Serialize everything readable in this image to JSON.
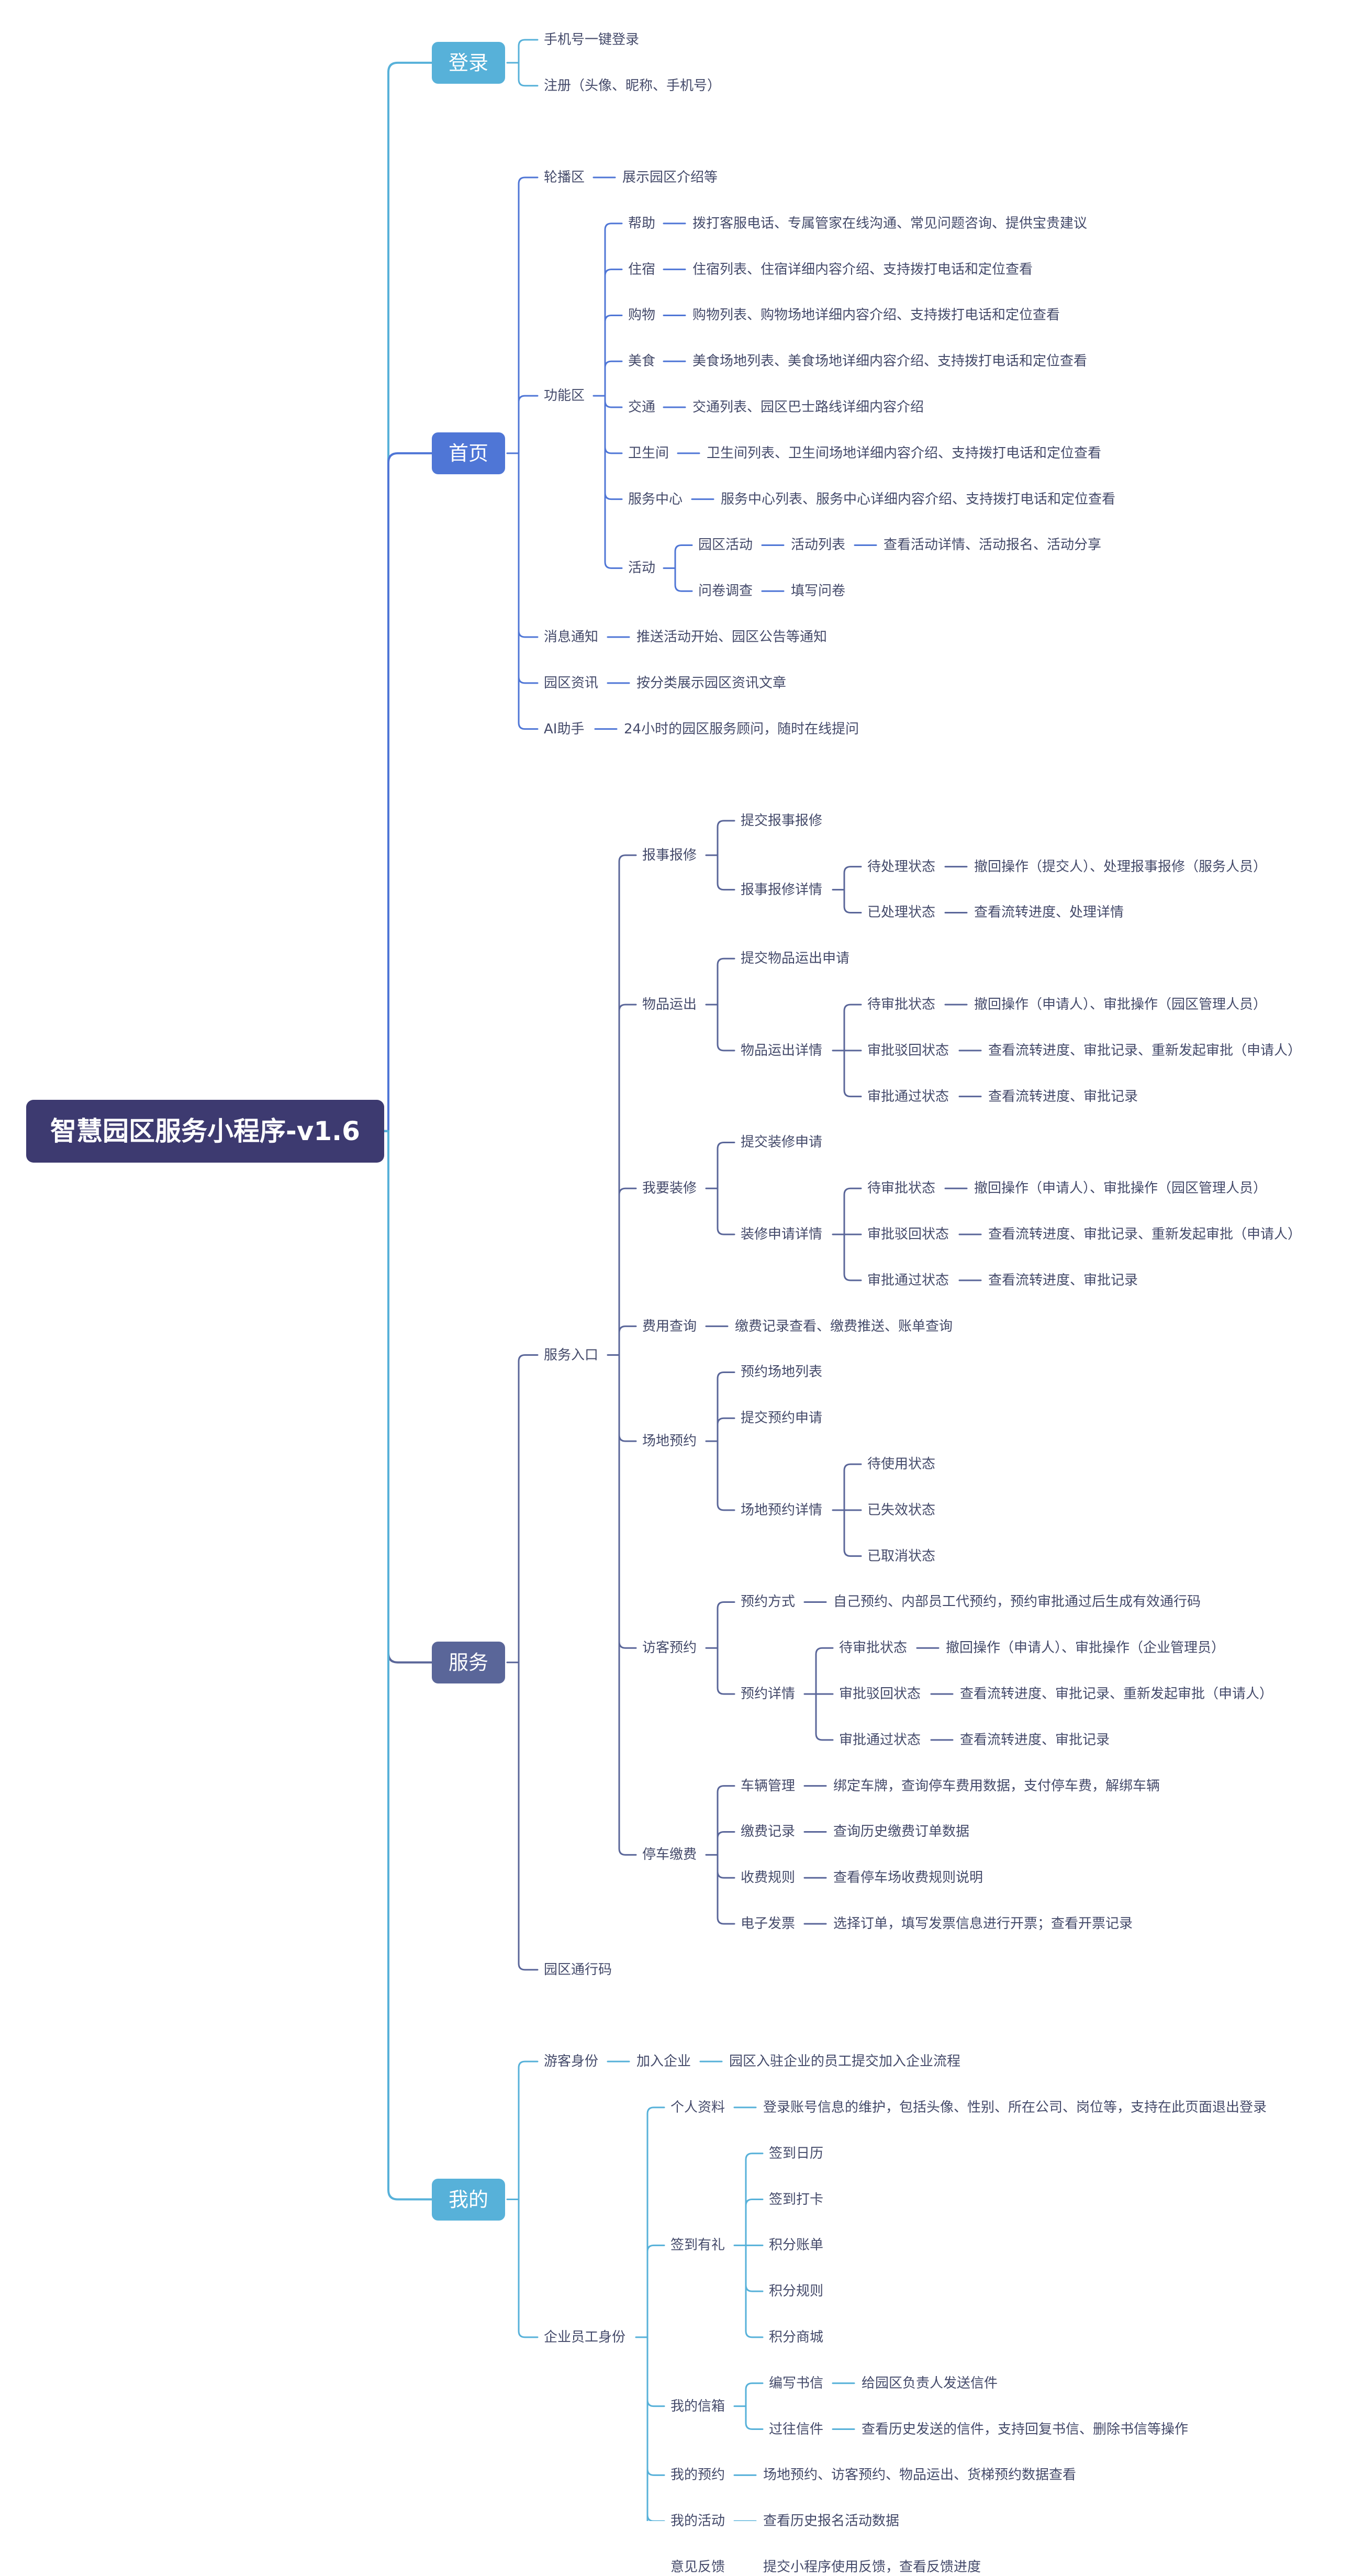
{
  "colors": {
    "root_bg": "#3d3a70",
    "branch_login": "#57b1d9",
    "branch_home": "#4f76d6",
    "branch_service": "#5a6699",
    "branch_mine": "#57b1d9",
    "line_home": "#4f76d6",
    "line_service": "#5a6699",
    "line_light": "#57b1d9",
    "text": "#444a6a"
  },
  "mindmap": {
    "label": "智慧园区服务小程序-v1.6",
    "children": [
      {
        "label": "登录",
        "children": [
          {
            "label": "手机号一键登录"
          },
          {
            "label": "注册（头像、昵称、手机号）"
          }
        ]
      },
      {
        "label": "首页",
        "children": [
          {
            "label": "轮播区",
            "children": [
              {
                "label": "展示园区介绍等"
              }
            ]
          },
          {
            "label": "功能区",
            "children": [
              {
                "label": "帮助",
                "children": [
                  {
                    "label": "拨打客服电话、专属管家在线沟通、常见问题咨询、提供宝贵建议"
                  }
                ]
              },
              {
                "label": "住宿",
                "children": [
                  {
                    "label": "住宿列表、住宿详细内容介绍、支持拨打电话和定位查看"
                  }
                ]
              },
              {
                "label": "购物",
                "children": [
                  {
                    "label": "购物列表、购物场地详细内容介绍、支持拨打电话和定位查看"
                  }
                ]
              },
              {
                "label": "美食",
                "children": [
                  {
                    "label": "美食场地列表、美食场地详细内容介绍、支持拨打电话和定位查看"
                  }
                ]
              },
              {
                "label": "交通",
                "children": [
                  {
                    "label": "交通列表、园区巴士路线详细内容介绍"
                  }
                ]
              },
              {
                "label": "卫生间",
                "children": [
                  {
                    "label": "卫生间列表、卫生间场地详细内容介绍、支持拨打电话和定位查看"
                  }
                ]
              },
              {
                "label": "服务中心",
                "children": [
                  {
                    "label": "服务中心列表、服务中心详细内容介绍、支持拨打电话和定位查看"
                  }
                ]
              },
              {
                "label": "活动",
                "children": [
                  {
                    "label": "园区活动",
                    "children": [
                      {
                        "label": "活动列表",
                        "children": [
                          {
                            "label": "查看活动详情、活动报名、活动分享"
                          }
                        ]
                      }
                    ]
                  },
                  {
                    "label": "问卷调查",
                    "children": [
                      {
                        "label": "填写问卷"
                      }
                    ]
                  }
                ]
              }
            ]
          },
          {
            "label": "消息通知",
            "children": [
              {
                "label": "推送活动开始、园区公告等通知"
              }
            ]
          },
          {
            "label": "园区资讯",
            "children": [
              {
                "label": "按分类展示园区资讯文章"
              }
            ]
          },
          {
            "label": "AI助手",
            "children": [
              {
                "label": "24小时的园区服务顾问，随时在线提问"
              }
            ]
          }
        ]
      },
      {
        "label": "服务",
        "children": [
          {
            "label": "服务入口",
            "children": [
              {
                "label": "报事报修",
                "children": [
                  {
                    "label": "提交报事报修"
                  },
                  {
                    "label": "报事报修详情",
                    "children": [
                      {
                        "label": "待处理状态",
                        "children": [
                          {
                            "label": "撤回操作（提交人）、处理报事报修（服务人员）"
                          }
                        ]
                      },
                      {
                        "label": "已处理状态",
                        "children": [
                          {
                            "label": "查看流转进度、处理详情"
                          }
                        ]
                      }
                    ]
                  }
                ]
              },
              {
                "label": "物品运出",
                "children": [
                  {
                    "label": "提交物品运出申请"
                  },
                  {
                    "label": "物品运出详情",
                    "children": [
                      {
                        "label": "待审批状态",
                        "children": [
                          {
                            "label": "撤回操作（申请人）、审批操作（园区管理人员）"
                          }
                        ]
                      },
                      {
                        "label": "审批驳回状态",
                        "children": [
                          {
                            "label": "查看流转进度、审批记录、重新发起审批（申请人）"
                          }
                        ]
                      },
                      {
                        "label": "审批通过状态",
                        "children": [
                          {
                            "label": "查看流转进度、审批记录"
                          }
                        ]
                      }
                    ]
                  }
                ]
              },
              {
                "label": "我要装修",
                "children": [
                  {
                    "label": "提交装修申请"
                  },
                  {
                    "label": "装修申请详情",
                    "children": [
                      {
                        "label": "待审批状态",
                        "children": [
                          {
                            "label": "撤回操作（申请人）、审批操作（园区管理人员）"
                          }
                        ]
                      },
                      {
                        "label": "审批驳回状态",
                        "children": [
                          {
                            "label": "查看流转进度、审批记录、重新发起审批（申请人）"
                          }
                        ]
                      },
                      {
                        "label": "审批通过状态",
                        "children": [
                          {
                            "label": "查看流转进度、审批记录"
                          }
                        ]
                      }
                    ]
                  }
                ]
              },
              {
                "label": "费用查询",
                "children": [
                  {
                    "label": "缴费记录查看、缴费推送、账单查询"
                  }
                ]
              },
              {
                "label": "场地预约",
                "children": [
                  {
                    "label": "预约场地列表"
                  },
                  {
                    "label": "提交预约申请"
                  },
                  {
                    "label": "场地预约详情",
                    "children": [
                      {
                        "label": "待使用状态"
                      },
                      {
                        "label": "已失效状态"
                      },
                      {
                        "label": "已取消状态"
                      }
                    ]
                  }
                ]
              },
              {
                "label": "访客预约",
                "children": [
                  {
                    "label": "预约方式",
                    "children": [
                      {
                        "label": "自己预约、内部员工代预约，预约审批通过后生成有效通行码"
                      }
                    ]
                  },
                  {
                    "label": "预约详情",
                    "children": [
                      {
                        "label": "待审批状态",
                        "children": [
                          {
                            "label": "撤回操作（申请人）、审批操作（企业管理员）"
                          }
                        ]
                      },
                      {
                        "label": "审批驳回状态",
                        "children": [
                          {
                            "label": "查看流转进度、审批记录、重新发起审批（申请人）"
                          }
                        ]
                      },
                      {
                        "label": "审批通过状态",
                        "children": [
                          {
                            "label": "查看流转进度、审批记录"
                          }
                        ]
                      }
                    ]
                  }
                ]
              },
              {
                "label": "停车缴费",
                "children": [
                  {
                    "label": "车辆管理",
                    "children": [
                      {
                        "label": "绑定车牌，查询停车费用数据，支付停车费，解绑车辆"
                      }
                    ]
                  },
                  {
                    "label": "缴费记录",
                    "children": [
                      {
                        "label": "查询历史缴费订单数据"
                      }
                    ]
                  },
                  {
                    "label": "收费规则",
                    "children": [
                      {
                        "label": "查看停车场收费规则说明"
                      }
                    ]
                  },
                  {
                    "label": "电子发票",
                    "children": [
                      {
                        "label": "选择订单，填写发票信息进行开票；查看开票记录"
                      }
                    ]
                  }
                ]
              }
            ]
          },
          {
            "label": "园区通行码"
          }
        ]
      },
      {
        "label": "我的",
        "children": [
          {
            "label": "游客身份",
            "children": [
              {
                "label": "加入企业",
                "children": [
                  {
                    "label": "园区入驻企业的员工提交加入企业流程"
                  }
                ]
              }
            ]
          },
          {
            "label": "企业员工身份",
            "children": [
              {
                "label": "个人资料",
                "children": [
                  {
                    "label": "登录账号信息的维护，包括头像、性别、所在公司、岗位等，支持在此页面退出登录"
                  }
                ]
              },
              {
                "label": "签到有礼",
                "children": [
                  {
                    "label": "签到日历"
                  },
                  {
                    "label": "签到打卡"
                  },
                  {
                    "label": "积分账单"
                  },
                  {
                    "label": "积分规则"
                  },
                  {
                    "label": "积分商城"
                  }
                ]
              },
              {
                "label": "我的信箱",
                "children": [
                  {
                    "label": "编写书信",
                    "children": [
                      {
                        "label": "给园区负责人发送信件"
                      }
                    ]
                  },
                  {
                    "label": "过往信件",
                    "children": [
                      {
                        "label": "查看历史发送的信件，支持回复书信、删除书信等操作"
                      }
                    ]
                  }
                ]
              },
              {
                "label": "我的预约",
                "children": [
                  {
                    "label": "场地预约、访客预约、物品运出、货梯预约数据查看"
                  }
                ]
              },
              {
                "label": "我的活动",
                "children": [
                  {
                    "label": "查看历史报名活动数据"
                  }
                ]
              },
              {
                "label": "意见反馈",
                "children": [
                  {
                    "label": "提交小程序使用反馈，查看反馈进度"
                  }
                ]
              }
            ]
          }
        ]
      }
    ]
  }
}
